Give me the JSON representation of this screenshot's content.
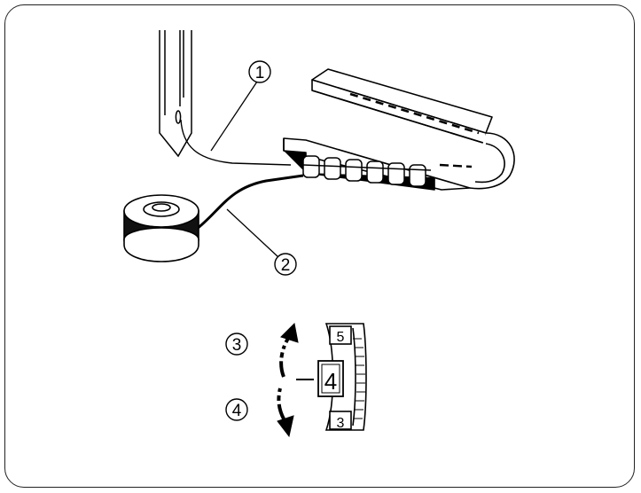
{
  "callouts": {
    "c1": "1",
    "c2": "2",
    "c3": "3",
    "c4": "4"
  },
  "dial": {
    "upper": "5",
    "current": "4",
    "lower": "3"
  },
  "colors": {
    "line": "#000000",
    "background": "#ffffff"
  }
}
